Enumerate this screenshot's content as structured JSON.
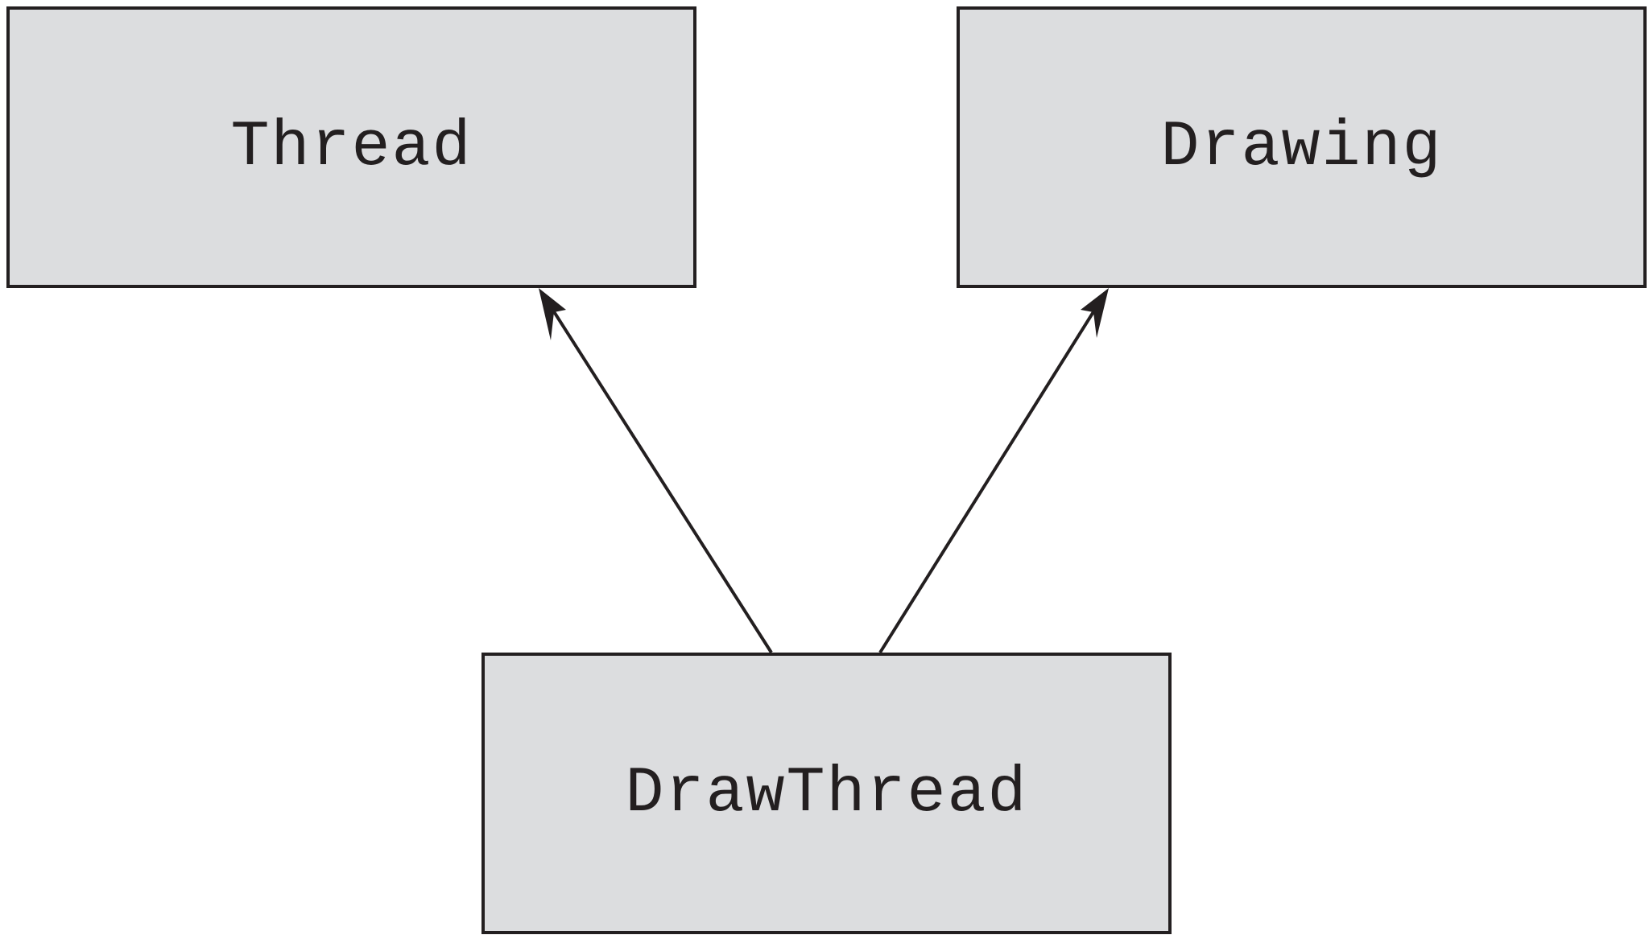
{
  "diagram": {
    "nodes": [
      {
        "id": "thread",
        "label": "Thread"
      },
      {
        "id": "drawing",
        "label": "Drawing"
      },
      {
        "id": "drawthread",
        "label": "DrawThread"
      }
    ],
    "edges": [
      {
        "from": "drawthread",
        "to": "thread"
      },
      {
        "from": "drawthread",
        "to": "drawing"
      }
    ],
    "colors": {
      "box_fill": "#dcdddf",
      "stroke": "#231f20",
      "background": "#ffffff"
    }
  }
}
